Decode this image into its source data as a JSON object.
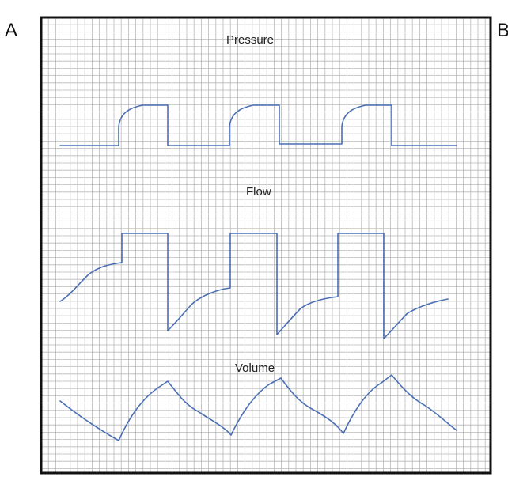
{
  "panel_labels": {
    "left": "A",
    "right": "B"
  },
  "colors": {
    "trace": "#4a6fb5",
    "grid": "#b9b9b9",
    "frame": "#111111"
  },
  "traces": [
    {
      "id": "pressure",
      "label": "Pressure"
    },
    {
      "id": "flow",
      "label": "Flow"
    },
    {
      "id": "volume",
      "label": "Volume"
    }
  ],
  "breath_cycles": 3
}
